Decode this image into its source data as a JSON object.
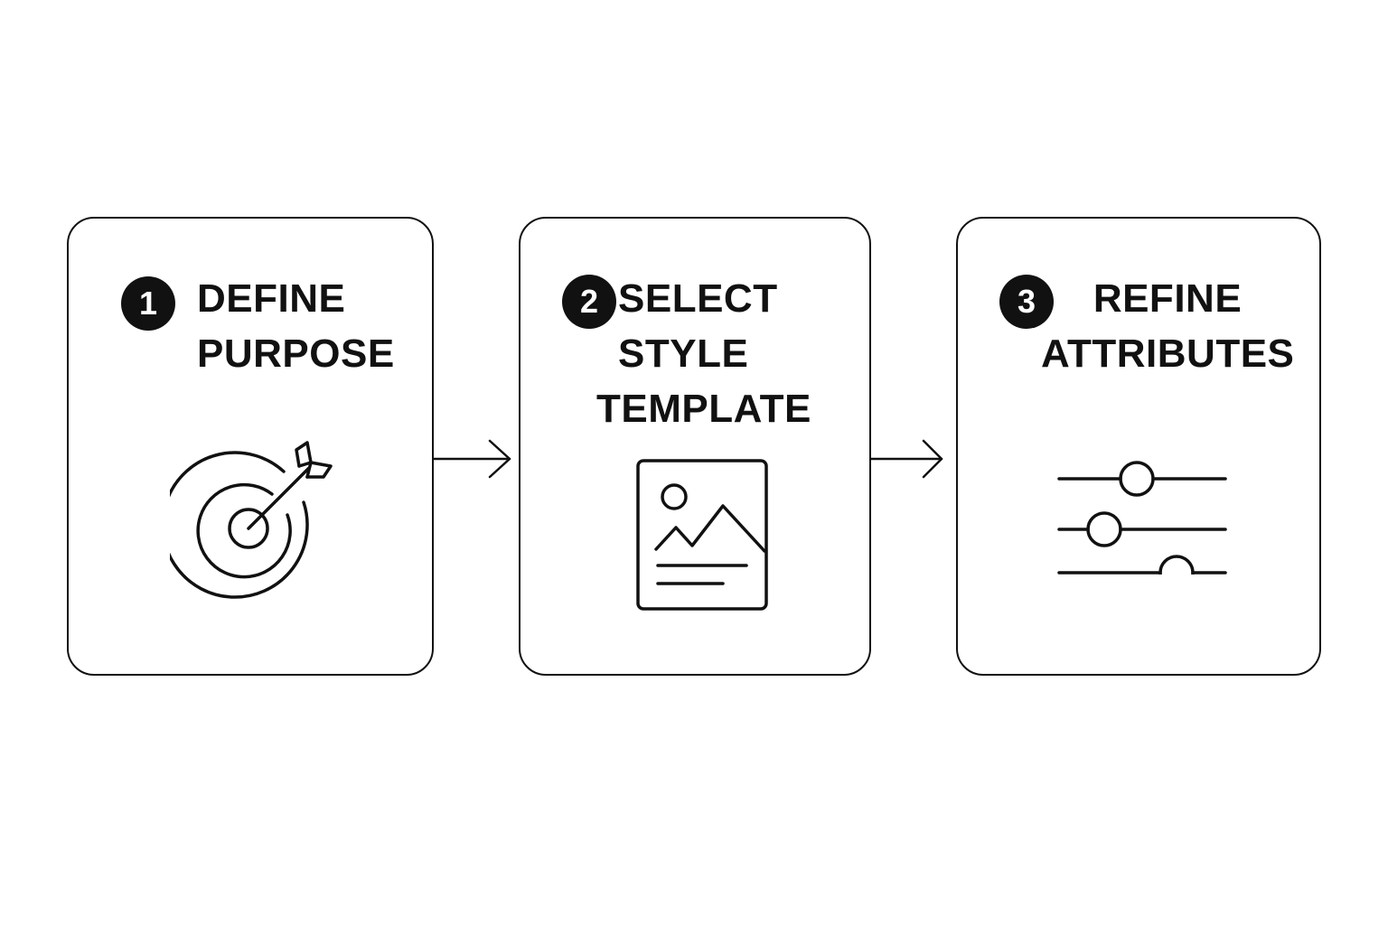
{
  "steps": [
    {
      "number": "1",
      "title_lines": [
        "DEFINE",
        "PURPOSE"
      ],
      "icon": "target-arrow-icon"
    },
    {
      "number": "2",
      "title_lines": [
        "SELECT",
        "STYLE",
        "TEMPLATE"
      ],
      "icon": "image-template-icon"
    },
    {
      "number": "3",
      "title_lines": [
        "REFINE",
        "ATTRIBUTES"
      ],
      "icon": "sliders-icon"
    }
  ],
  "colors": {
    "stroke": "#111111",
    "background": "#ffffff",
    "badge_text": "#ffffff"
  }
}
